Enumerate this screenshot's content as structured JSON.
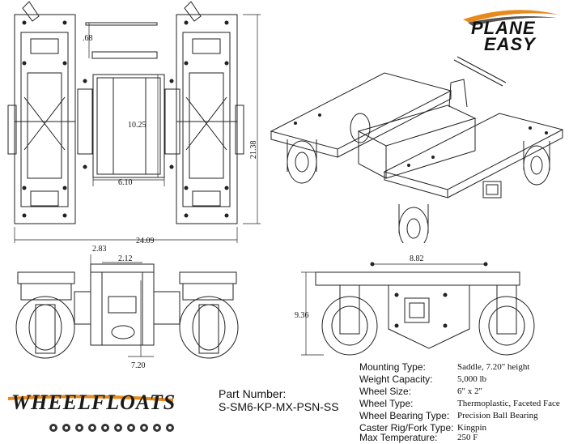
{
  "brand": {
    "top_logo_line1": "PLANE",
    "top_logo_line2": "EASY",
    "bottom_logo": "WHEELFLOATS"
  },
  "dimensions": {
    "pin_gap": ".68",
    "height_overall": "21.38",
    "center_length": "10.25",
    "center_width": "6.10",
    "width_overall": "24.09",
    "saddle_offset": "2.83",
    "saddle_width": "2.12",
    "front_base": "7.20",
    "side_span": "8.82",
    "side_height": "9.36"
  },
  "part": {
    "label": "Part Number:",
    "number": "S-SM6-KP-MX-PSN-SS"
  },
  "specs": [
    {
      "label": "Mounting Type:",
      "value": "Saddle, 7.20\" height"
    },
    {
      "label": "Weight Capacity:",
      "value": "5,000 lb"
    },
    {
      "label": "Wheel Size:",
      "value": "6\" x 2\""
    },
    {
      "label": "Wheel Type:",
      "value": "Thermoplastic, Faceted Face"
    },
    {
      "label": "Wheel Bearing Type:",
      "value": "Precision Ball Bearing"
    },
    {
      "label": "Caster Rig/Fork Type:",
      "value": "Kingpin"
    },
    {
      "label": "Max Temperature:",
      "value": "250 F"
    }
  ]
}
